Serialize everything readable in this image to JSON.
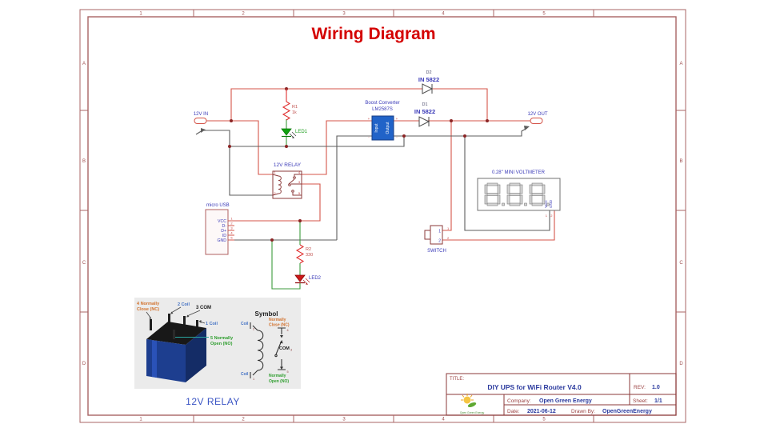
{
  "page": {
    "title": "Wiring Diagram"
  },
  "frame": {
    "h_labels": [
      "1",
      "2",
      "3",
      "4",
      "5"
    ],
    "v_labels": [
      "A",
      "B",
      "C",
      "D"
    ]
  },
  "circuit": {
    "conn_in": "12V IN",
    "conn_out": "12V OUT",
    "d2": {
      "ref": "D2",
      "part": "IN 5822"
    },
    "d1": {
      "ref": "D1",
      "part": "IN 5822"
    },
    "boost": {
      "line1": "Boost Converter",
      "line2": "LM2587S",
      "in": "Input",
      "out": "Output",
      "plus": "+",
      "minus": "-"
    },
    "r1": {
      "ref": "R1",
      "val": "1k"
    },
    "r2": {
      "ref": "R2",
      "val": "330"
    },
    "led1": "LED1",
    "led2": "LED2",
    "relay": {
      "label": "12V RELAY",
      "pins": {
        "p1": "1",
        "p2": "2",
        "p3": "3",
        "p4": "4",
        "p5": "5"
      }
    },
    "usb": {
      "label": "micro USB",
      "pins": [
        "VCC",
        "D-",
        "D+",
        "ID",
        "GND"
      ],
      "nums": [
        "1",
        "2",
        "3",
        "4",
        "5"
      ]
    },
    "switch": {
      "label": "SWITCH",
      "p1": "1",
      "p2": "2"
    },
    "meter": {
      "label": "0.28\" MINI VOLTMETER",
      "vcc": "VCC",
      "gnd": "GND",
      "pin1": "1",
      "pin2": "2"
    }
  },
  "relay_panel": {
    "ann_nc1": "4 Normally",
    "ann_nc2": "Close (NC)",
    "ann_coil2": "2 Coil",
    "ann_com": "3 COM",
    "ann_coil1": "1 Coil",
    "ann_no1": "5 Normally",
    "ann_no2": "Open (NO)",
    "symbol_title": "Symbol",
    "coil_top": "Coil",
    "coil_bottom": "Coil",
    "nc1": "Normally",
    "nc2": "Close (NC)",
    "com": "COM",
    "no1": "Normally",
    "no2": "Open (NO)",
    "sym_nums": {
      "n2": "2",
      "n1": "1",
      "n4": "4",
      "n3": "3",
      "n5": "5"
    },
    "caption": "12V RELAY"
  },
  "title_block": {
    "title_label": "TITLE:",
    "title": "DIY UPS for WiFi Router V4.0",
    "rev_label": "REV:",
    "rev": "1.0",
    "company_label": "Company:",
    "company": "Open Green Energy",
    "sheet_label": "Sheet:",
    "sheet": "1/1",
    "date_label": "Date:",
    "date": "2021-06-12",
    "drawn_label": "Drawn By:",
    "drawn": "OpenGreenEnergy",
    "logo_text": "Open Green Energy"
  },
  "colors": {
    "title_red": "#D40000",
    "frame_line": "#A86464",
    "wire_red": "#D4554A",
    "wire_black": "#5E5E5E",
    "wire_green": "#3C9B3C",
    "junction_dot": "#8B2525",
    "label_blue": "#3A3AB8",
    "component_red": "#C0504D",
    "boost_blue": "#2163C8",
    "led1_green": "#0FA20F",
    "led2_red": "#CC1A1A",
    "relay_photo_blue": "#1D3E8F",
    "annotation_orange": "#D2722E",
    "annotation_green": "#2E9E2E",
    "annotation_blue": "#4472C4"
  }
}
